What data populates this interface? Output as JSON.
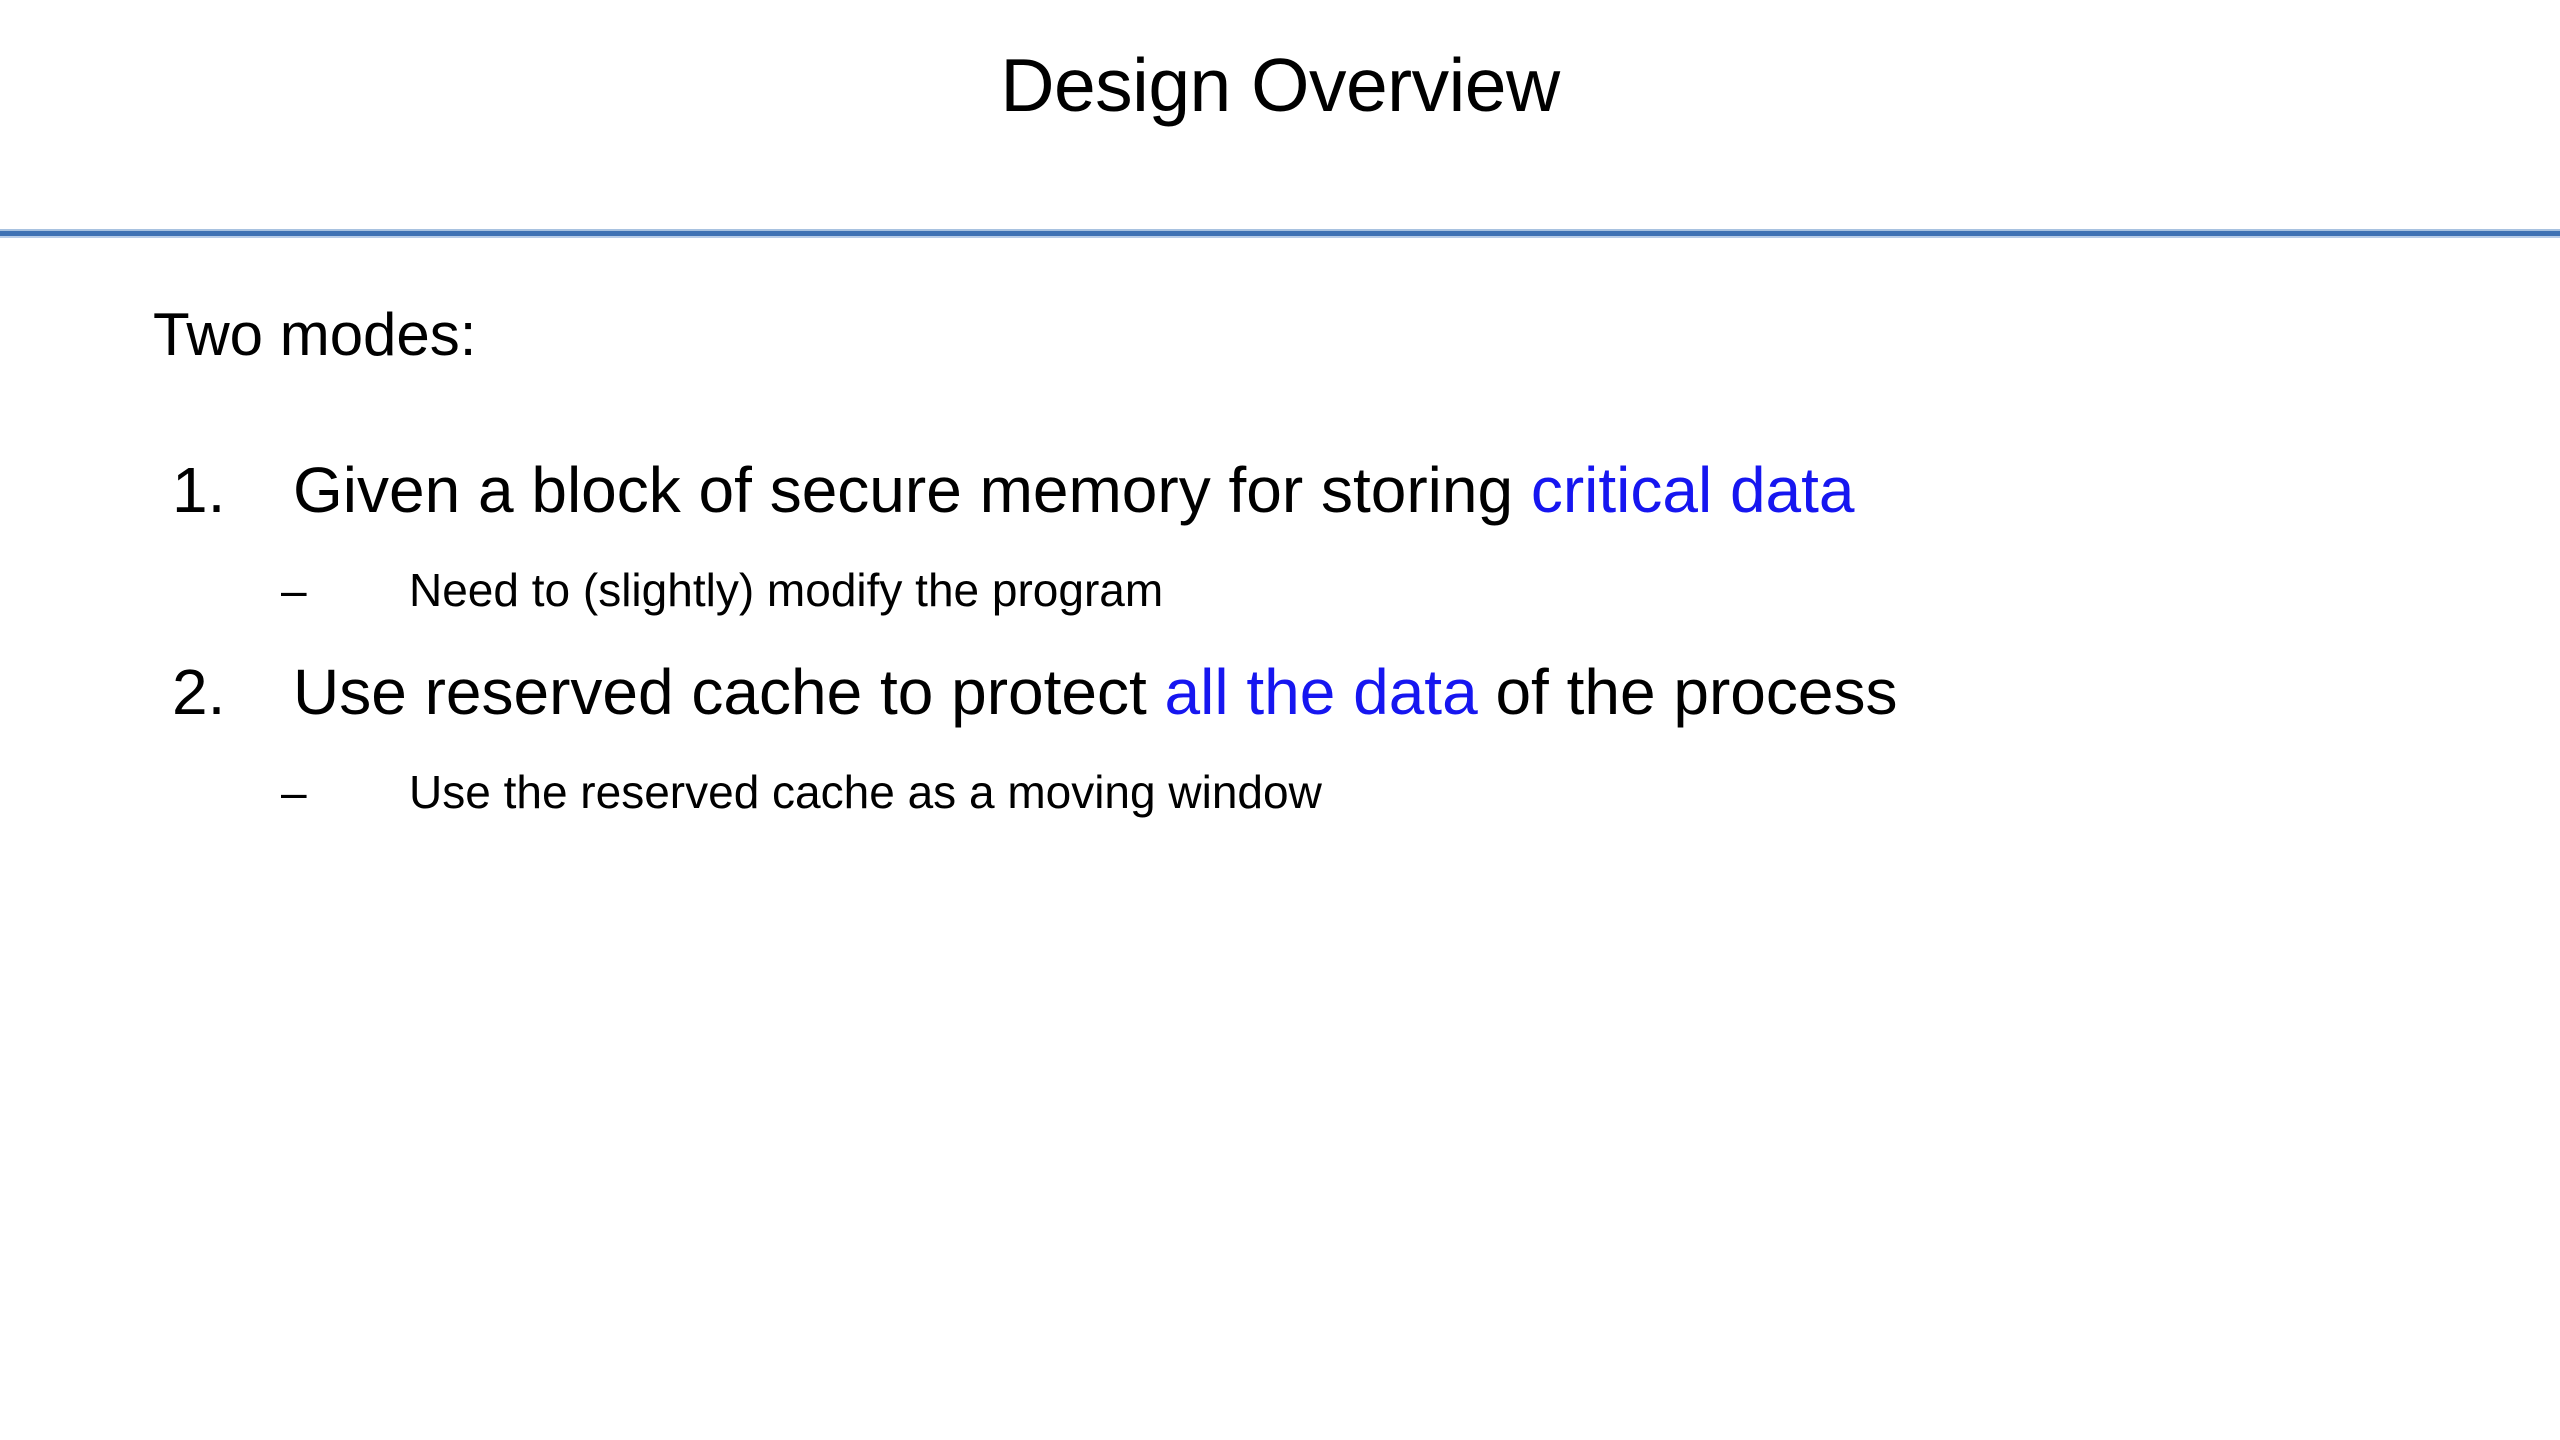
{
  "slide": {
    "title": "Design Overview",
    "accent_color": "#3f72b4",
    "highlight_color": "#1616f0",
    "text_color": "#000000",
    "background_color": "#ffffff",
    "lead_in": "Two modes:",
    "items": [
      {
        "marker": "1.",
        "text_before": "Given a block of secure memory for storing ",
        "highlight": "critical data",
        "text_after": "",
        "sub": [
          {
            "marker": "–",
            "text": "Need to (slightly) modify the program"
          }
        ]
      },
      {
        "marker": "2.",
        "text_before": "Use reserved cache to protect ",
        "highlight": "all the data",
        "text_after": " of the process",
        "sub": [
          {
            "marker": "–",
            "text": "Use the reserved cache as a moving window"
          }
        ]
      }
    ]
  }
}
